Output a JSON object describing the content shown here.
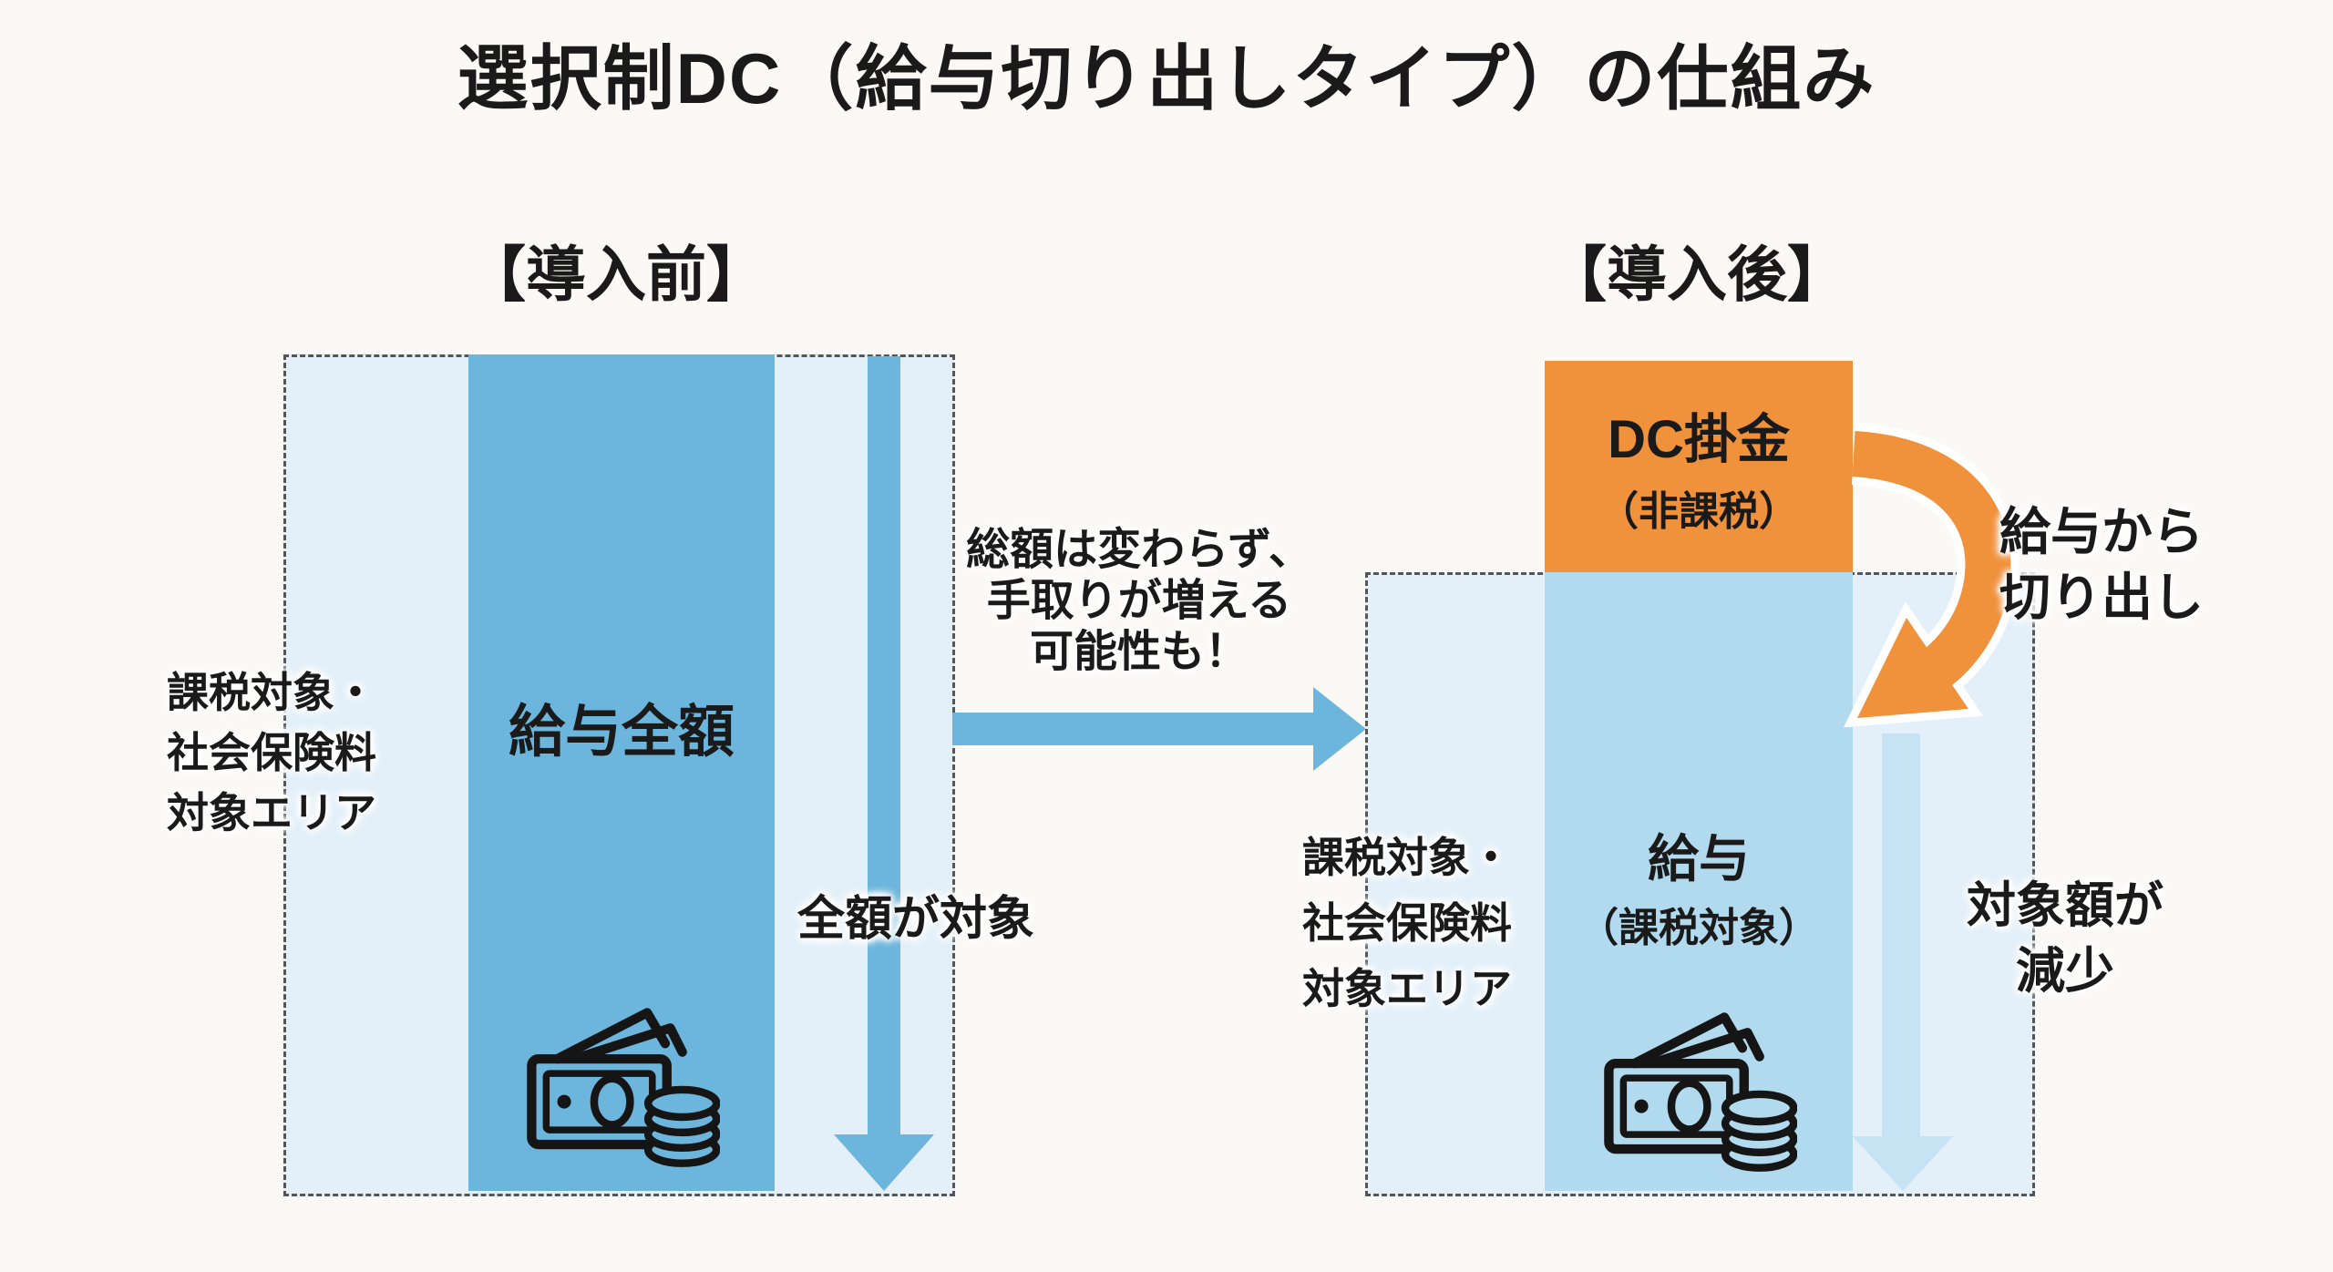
{
  "title": "選択制DC（給与切り出しタイプ）の仕組み",
  "before": {
    "heading": "【導入前】",
    "area_label_lines": [
      "課税対象・",
      "社会保険料",
      "対象エリア"
    ],
    "column_label": "給与全額",
    "arrow_label": "全額が対象"
  },
  "transition": {
    "note_lines": [
      "総額は変わらず、",
      "手取りが増える",
      "可能性も！"
    ]
  },
  "after": {
    "heading": "【導入後】",
    "dc_box_line1": "DC掛金",
    "dc_box_line2": "（非課税）",
    "carve_label_lines": [
      "給与から",
      "切り出し"
    ],
    "area_label_lines": [
      "課税対象・",
      "社会保険料",
      "対象エリア"
    ],
    "column_label_line1": "給与",
    "column_label_line2": "（課税対象）",
    "arrow_label_lines": [
      "対象額が",
      "減少"
    ]
  },
  "colors": {
    "bg": "#faf9f6",
    "ink": "#1a1a1a",
    "accent-blue": "#6cb5dc",
    "column-blue-light": "#b1daee",
    "pale-arrow": "#c6e3f4",
    "box-fill": "#e3f0f9",
    "orange": "#f0913b",
    "dash": "#555555"
  }
}
